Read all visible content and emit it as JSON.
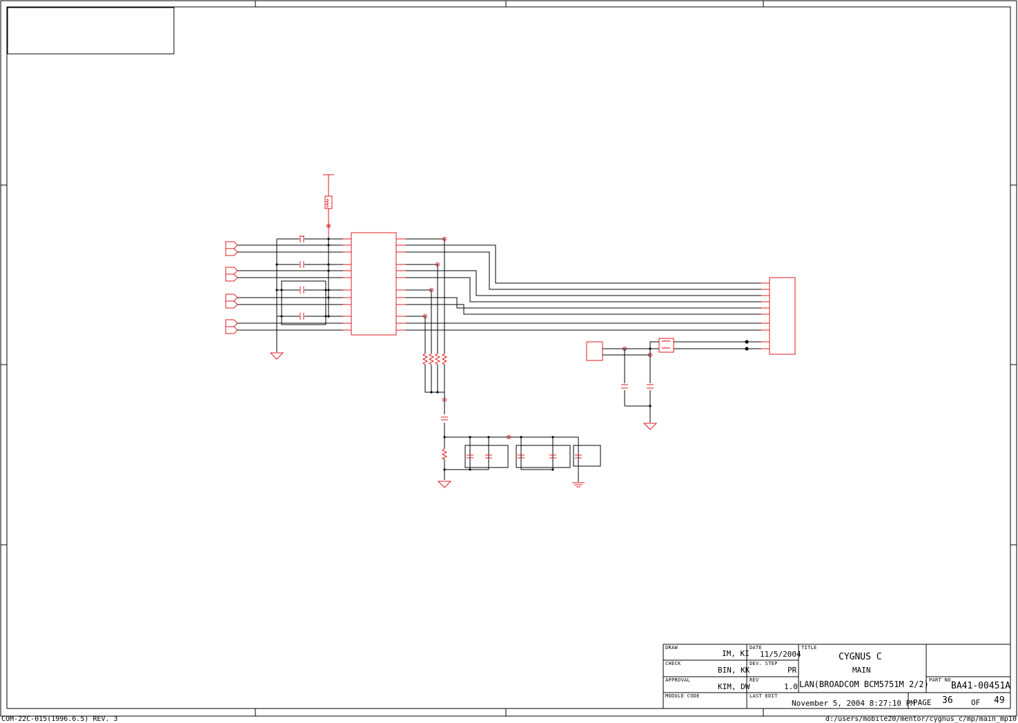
{
  "title_block": {
    "draw_label": "DRAW",
    "draw_value": "IM, KI",
    "check_label": "CHECK",
    "check_value": "BIN, KK",
    "approval_label": "APPROVAL",
    "approval_value": "KIM, DW",
    "module_code_label": "MODULE CODE",
    "module_code_value": "",
    "date_label": "DATE",
    "date_value": "11/5/2004",
    "dev_step_label": "DEV. STEP",
    "dev_step_value": "PR",
    "rev_label": "REV",
    "rev_value": "1.0",
    "last_edit_label": "LAST EDIT",
    "last_edit_value": "November 5, 2004  8:27:10 PM",
    "title_label": "TITLE",
    "title_line1": "CYGNUS C",
    "title_line2": "MAIN",
    "title_line3": "LAN(BROADCOM BCM5751M 2/2)",
    "part_no_label": "PART NO.",
    "part_no_value": "BA41-00451A",
    "page_label": "PAGE",
    "page_value": "36",
    "of_label": "OF",
    "of_value": "49"
  },
  "footer": {
    "form_code": "COM-22C-015(1996.6.5) REV. 3",
    "file_path": "d:/users/mobile20/mentor/cygnus_c/mp/main_mp10"
  },
  "colors": {
    "wire": "#000000",
    "component": "#e0191e",
    "frame": "#000000"
  }
}
